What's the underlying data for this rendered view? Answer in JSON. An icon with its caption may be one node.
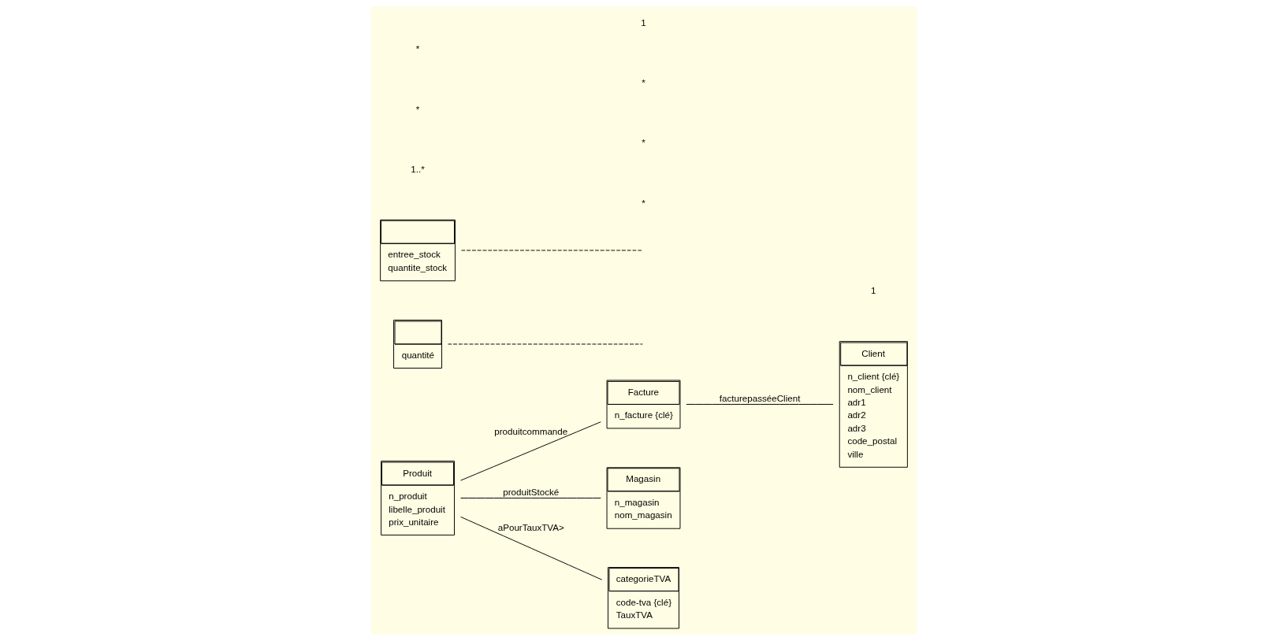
{
  "diagram": {
    "nodes": [
      {
        "text": [
          "Produit",
          "n_produit",
          "libelle_produit",
          "prix_unitaire"
        ]
      },
      {
        "text": [
          "quantité"
        ]
      },
      {
        "text": [
          "Facture",
          "n_facture {clé}"
        ]
      },
      {
        "text": [
          "Client",
          "n_client {clé}",
          "nom_client",
          "adr1",
          "adr2",
          "adr3",
          "code_postal",
          "ville"
        ]
      },
      {
        "text": [
          "Magasin",
          "n_magasin",
          "nom_magasin"
        ]
      },
      {
        "text": [
          "categorieTVA",
          "code-tva {clé}",
          "TauxTVA"
        ]
      },
      {
        "text": [
          "entree_stock",
          "quantite_stock"
        ]
      }
    ],
    "edges": [
      {
        "from": 0,
        "to": 2,
        "arrow": "none",
        "label": "produitcommande"
      },
      {
        "from": 2,
        "to": 3,
        "arrow": "none",
        "label": "facturepasséeClient"
      },
      {
        "from": 0,
        "to": 4,
        "arrow": "none",
        "label": "produitStocké"
      },
      {
        "from": 0,
        "to": 5,
        "arrow": "none",
        "label": "aPourTauxTVA>"
      },
      {
        "from": 1,
        "to": null,
        "arrow": "none",
        "style": "dashed"
      },
      {
        "from": 6,
        "to": null,
        "arrow": "none",
        "style": "dashed"
      }
    ],
    "labels": [
      "*",
      "*",
      "1..*",
      "1",
      "*",
      "*",
      "*",
      "1"
    ]
  }
}
